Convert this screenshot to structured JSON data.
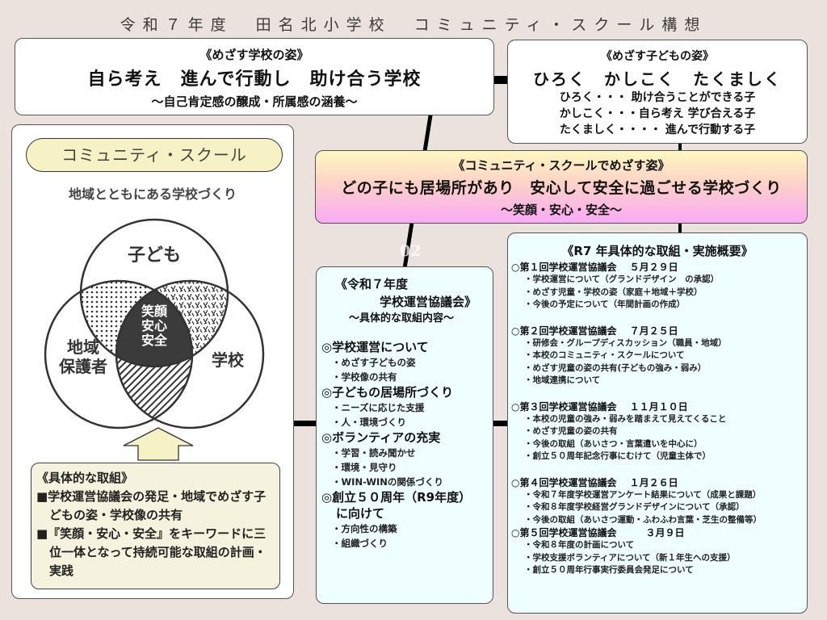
{
  "header": {
    "title": "令和７年度　田名北小学校　コミュニティ・スクール構想"
  },
  "school_vision": {
    "heading": "《めざす学校の姿》",
    "main": "自ら考え　進んで行動し　助け合う学校",
    "sub": "～自己肯定感の醸成・所属感の涵養～"
  },
  "child_vision": {
    "heading": "《めざす子どもの姿》",
    "main": "ひろく　かしこく　たくましく",
    "lines": [
      "ひろく・・・ 助け合うことができる子",
      "かしこく・・・自ら考え 学び合える子",
      "たくましく・・・・ 進んで行動する子"
    ]
  },
  "cs_vision": {
    "heading": "《コミュニティ・スクールでめざす姿》",
    "main": "どの子にも居場所があり　安心して安全に過ごせる学校づくり",
    "sub": "～笑顔・安心・安全～"
  },
  "left_panel": {
    "pill_label": "コミュニティ・スクール",
    "subtitle": "地域とともにある学校づくり",
    "venn": {
      "child": "子ども",
      "community_1": "地域",
      "community_2": "保護者",
      "school": "学校",
      "center_lines": [
        "笑顔",
        "安心",
        "安全"
      ]
    },
    "efforts": {
      "heading": "《具体的な取組》",
      "items": [
        "■学校運営協議会の発足・地域でめざす子どもの姿・学校像の共有",
        "■『笑顔・安心・安全』をキーワードに三位一体となって持続可能な取組の計画・実践"
      ]
    }
  },
  "council": {
    "heading_1": "《令和７年度",
    "heading_2": "学校運営協議会》",
    "heading_3": "～具体的な取組内容～",
    "categories": [
      {
        "title": "◎学校運営について",
        "items": [
          "・めざす子どもの姿",
          "・学校像の共有"
        ]
      },
      {
        "title": "◎子どもの居場所づくり",
        "items": [
          "・ニーズに応じた支援",
          "・人・環境づくり"
        ]
      },
      {
        "title": "◎ボランティアの充実",
        "items": [
          "・学習・読み聞かせ",
          "・環境・見守り",
          "・WIN-WINの関係づくり"
        ]
      },
      {
        "title": "◎創立５０周年（R9年度）",
        "title_cont": "に向けて",
        "items": [
          "・方向性の構築",
          "・組織づくり"
        ]
      }
    ]
  },
  "r7": {
    "heading": "《R7 年具体的な取組・実施概要》",
    "meetings": [
      {
        "title": "○第１回学校運営協議会　 ５月２９日",
        "items": [
          "・学校運営について（グランドデザイン　の承認）",
          "・めざす児童・学校の姿（家庭＋地域＋学校）",
          "・今後の予定について（年間計画の作成）"
        ]
      },
      {
        "title": "○第２回学校運営協議会　 ７月２５日",
        "items": [
          "・研修会・グループディスカッション（職員・地域）",
          "・本校のコミュニティ・スクールについて",
          "・めざす児童の姿の共有(子どもの強み・弱み）",
          "・地域連携について"
        ]
      },
      {
        "title": "○第３回学校運営協議会　 １１月１０日",
        "items": [
          "・本校の児童の強み・弱みを踏まえて見えてくること",
          "・めざす児童の姿の共有",
          "・今後の取組（あいさつ・言葉遣いを中心に）",
          "・創立５０周年記念行事にむけて（児童主体で）"
        ]
      },
      {
        "title": "○第４回学校運営協議会　 １月２６日",
        "items": [
          "・令和７年度学校運営アンケート結果について（成果と課題）",
          "・令和８年度学校経営グランドデザインについて（承認）",
          "・今後の取組（あいさつ運動・ふわふわ言葉・芝生の整備等）"
        ]
      },
      {
        "title": "○第５回学校運営協議会　　　３月９日",
        "items": [
          "・令和８年度の計画について",
          "・学校支援ボランティアについて（新１年生への支援）",
          "・創立５０周年行事実行委員会発足について"
        ]
      }
    ]
  },
  "watermark": "02",
  "colors": {
    "background": "#ebe2de",
    "pill": "#f7f2c6",
    "efforts_bg": "#f5f3dd",
    "light_cyan": "#effefe",
    "gradient_top": "#fff8c0",
    "gradient_bottom": "#f9aaf5",
    "venn_dark": "#3b3b3b"
  }
}
